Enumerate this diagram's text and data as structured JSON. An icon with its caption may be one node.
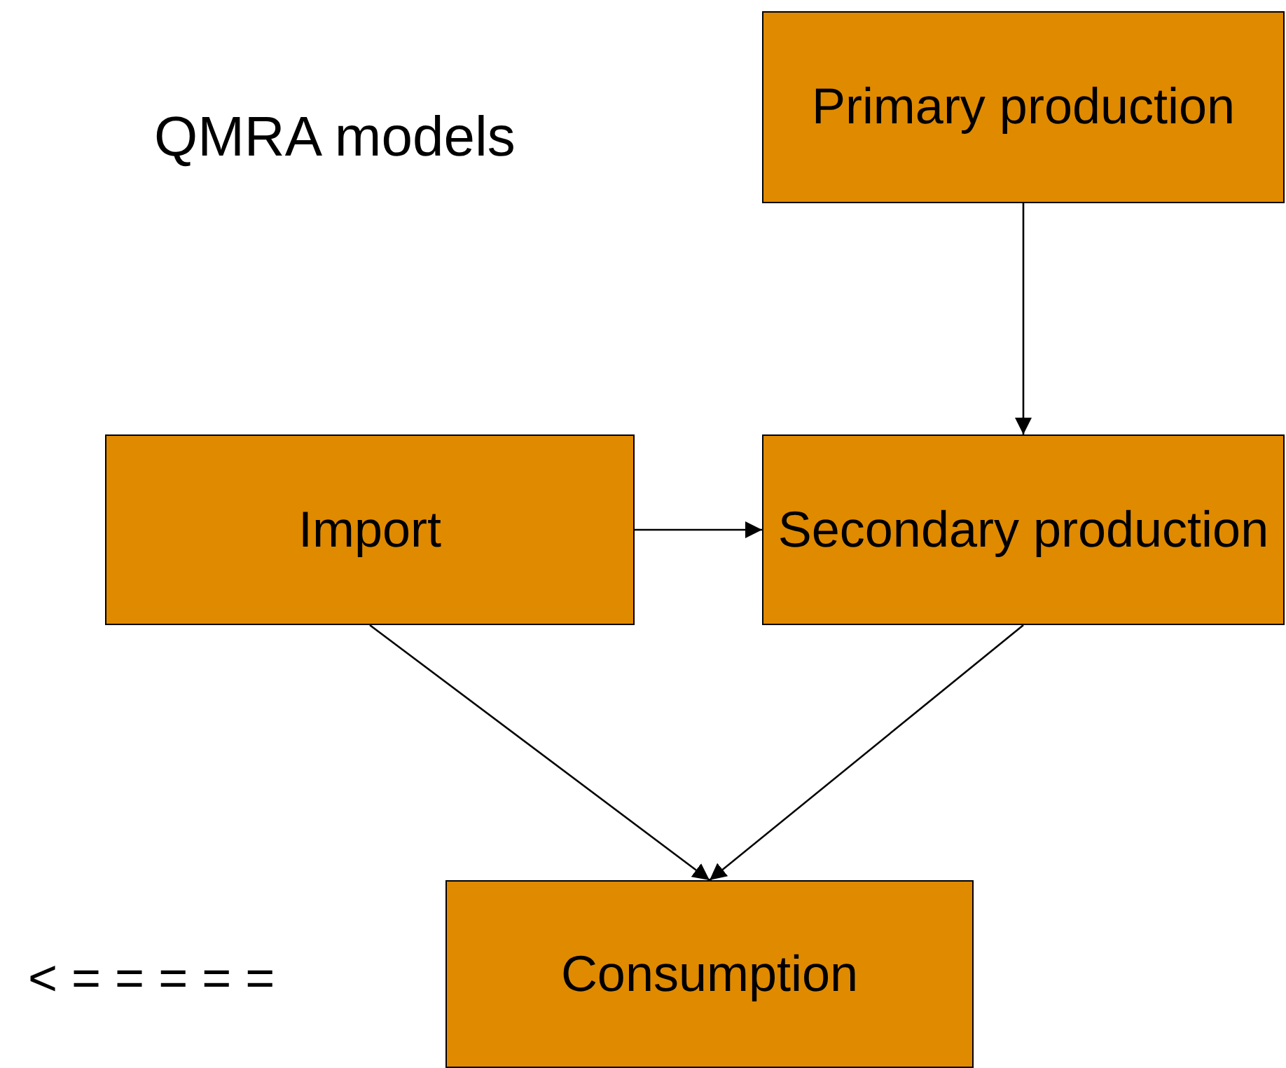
{
  "diagram": {
    "title": "QMRA models",
    "nodes": [
      {
        "text": [
          "Primary production"
        ]
      },
      {
        "text": [
          "Import"
        ]
      },
      {
        "text": [
          "Secondary production"
        ]
      },
      {
        "text": [
          "Consumption"
        ]
      }
    ],
    "edges": [
      {
        "from": 0,
        "to": 2,
        "arrow": "to"
      },
      {
        "from": 1,
        "to": 2,
        "arrow": "to"
      },
      {
        "from": 1,
        "to": 3,
        "arrow": "to"
      },
      {
        "from": 2,
        "to": 3,
        "arrow": "to"
      }
    ],
    "labels": [
      "< = = = = ="
    ]
  }
}
